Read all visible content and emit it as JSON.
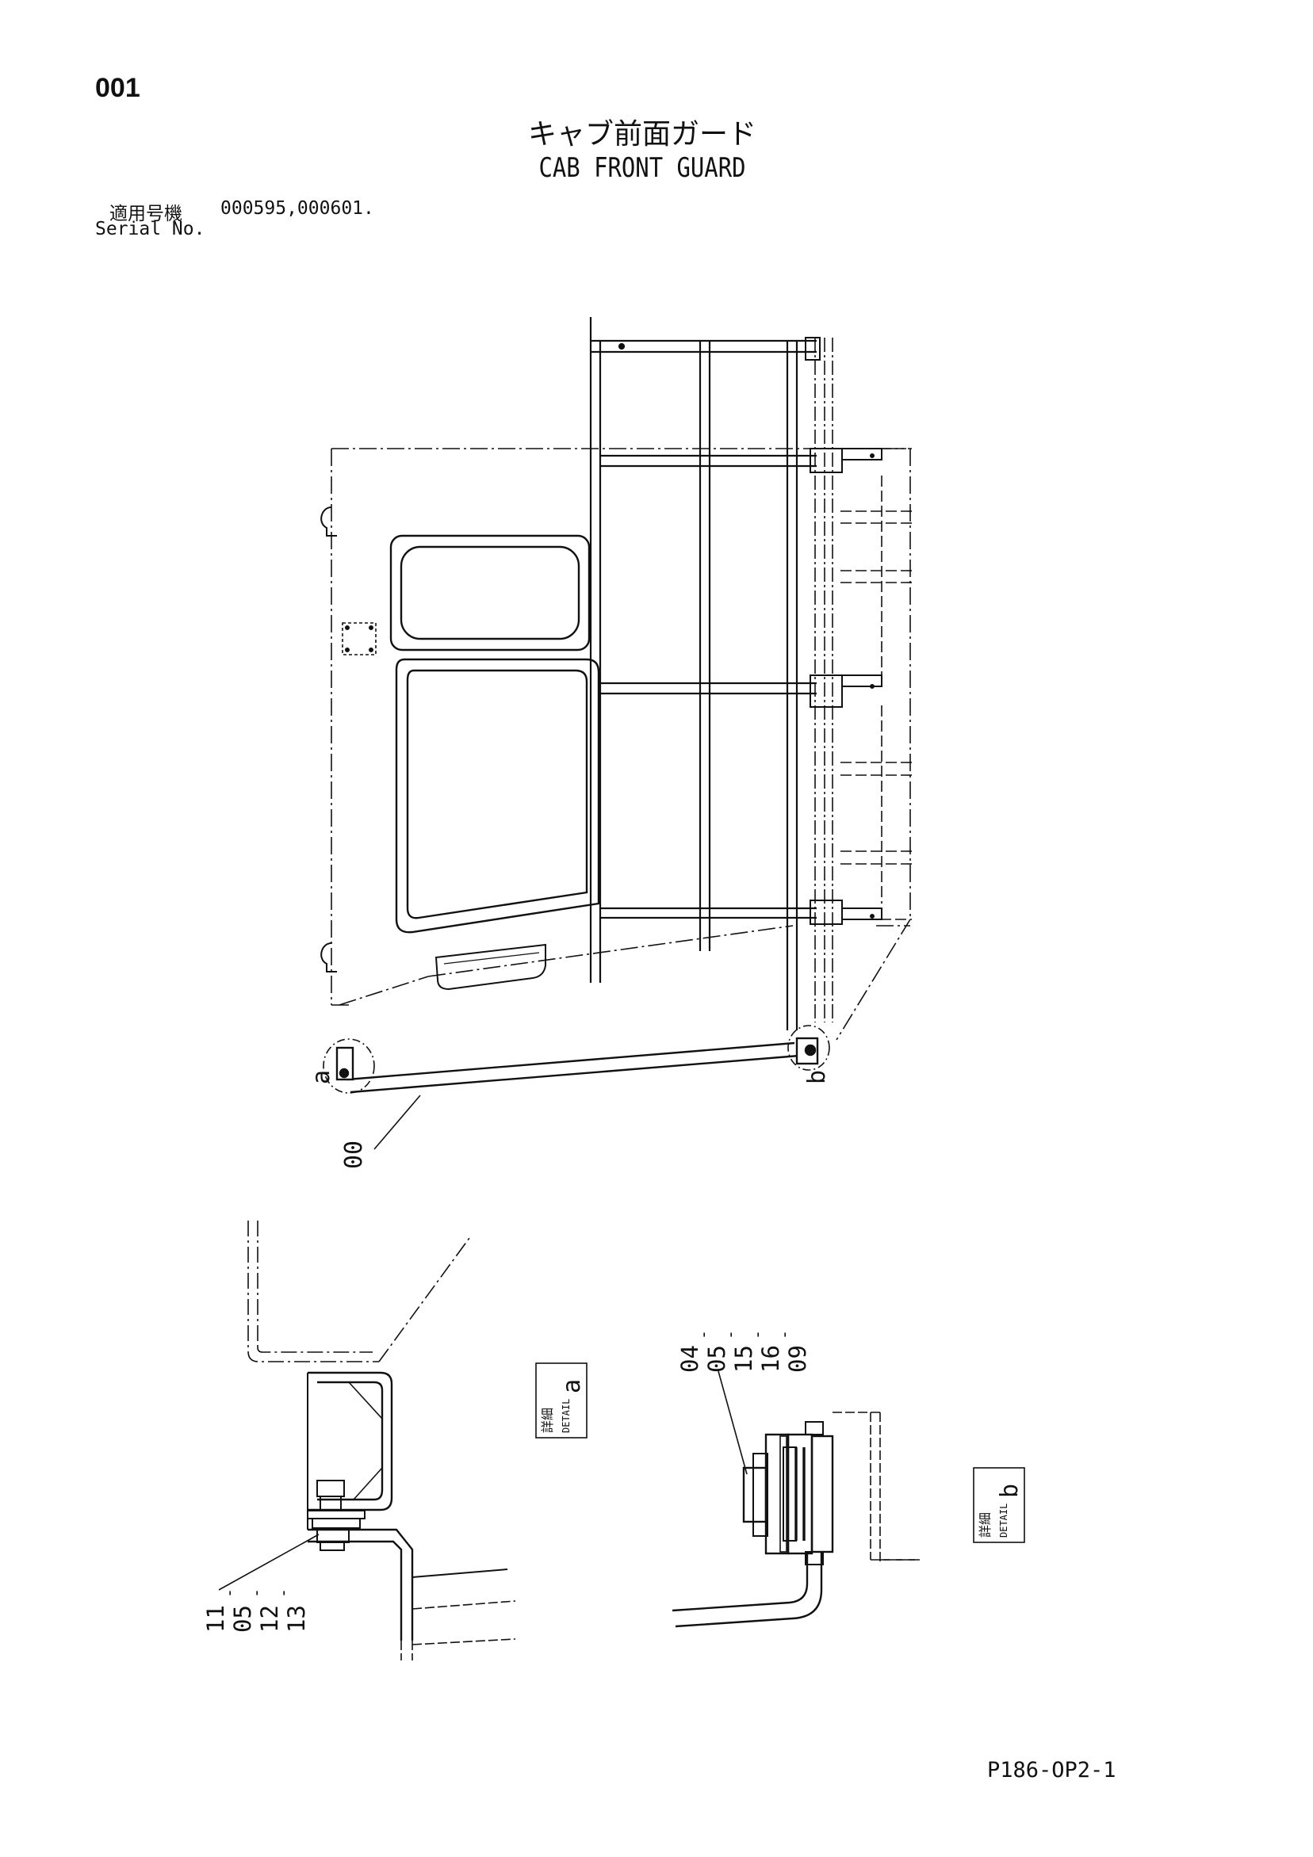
{
  "header": {
    "page_number": "001",
    "title_jp": "キャブ前面ガード",
    "title_en": "CAB FRONT GUARD"
  },
  "serial": {
    "label_jp": "適用号機",
    "label_en": "Serial No.",
    "numbers": "000595,000601."
  },
  "main_view": {
    "part_callout": "00",
    "detail_marker_a": "a",
    "detail_marker_b": "b"
  },
  "detail_a": {
    "box_label_jp": "詳細",
    "box_label_en": "DETAIL",
    "box_letter": "a",
    "callouts": [
      "11",
      "05",
      "12",
      "13"
    ]
  },
  "detail_b": {
    "box_label_jp": "詳細",
    "box_label_en": "DETAIL",
    "box_letter": "b",
    "callouts": [
      "04",
      "05",
      "15",
      "16",
      "09"
    ]
  },
  "footer": {
    "drawing_code": "P186-OP2-1"
  },
  "colors": {
    "ink": "#111111",
    "paper": "#ffffff"
  }
}
